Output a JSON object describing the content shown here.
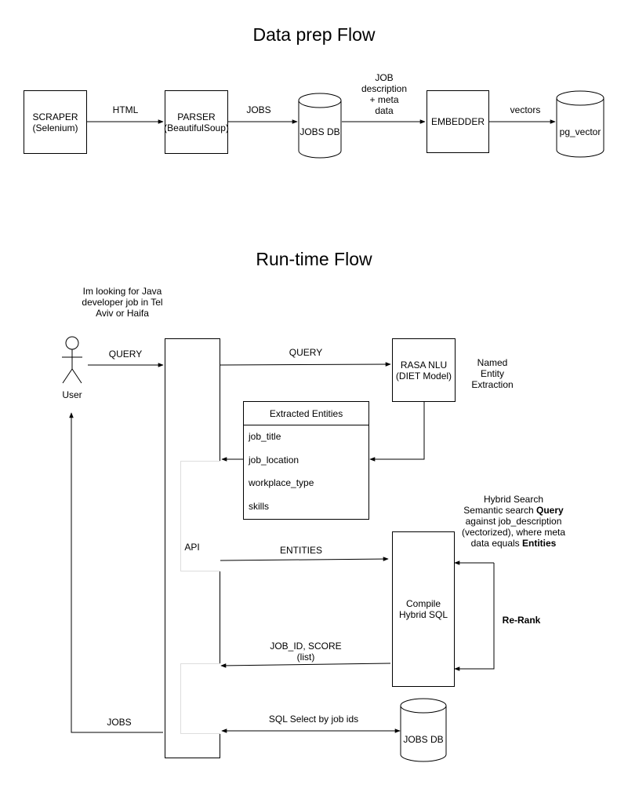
{
  "data_prep": {
    "title": "Data prep Flow",
    "scraper": [
      "SCRAPER",
      "(Selenium)"
    ],
    "html_label": "HTML",
    "parser": [
      "PARSER",
      "(BeautifulSoup)"
    ],
    "jobs_label": "JOBS",
    "jobs_db": "JOBS DB",
    "job_desc_label": [
      "JOB",
      "description",
      "+ meta",
      "data"
    ],
    "embedder": "EMBEDDER",
    "vectors_label": "vectors",
    "pg_vector": "pg_vector"
  },
  "runtime": {
    "title": "Run-time Flow",
    "user_quote": [
      "Im looking for Java",
      "developer job in Tel",
      "Aviv or Haifa"
    ],
    "user": "User",
    "query_label_1": "QUERY",
    "query_label_2": "QUERY",
    "rasa": [
      "RASA NLU",
      "(DIET Model)"
    ],
    "ner_note": [
      "Named",
      "Entity",
      "Extraction"
    ],
    "entities_title": "Extracted Entities",
    "entities": [
      "job_title",
      "job_location",
      "workplace_type",
      "skills"
    ],
    "api": "API",
    "entities_label": "ENTITIES",
    "hybrid_note": {
      "line1": "Hybrid Search",
      "line2_pre": "Semantic search ",
      "line2_bold": "Query",
      "line3": "against job_description",
      "line4": "(vectorized), where meta",
      "line5_pre": "data equals ",
      "line5_bold": "Entities"
    },
    "compile": [
      "Compile",
      "Hybrid SQL"
    ],
    "rerank": "Re-Rank",
    "result_label": [
      "JOB_ID, SCORE",
      "(list)"
    ],
    "jobs_return": "JOBS",
    "sql_select": "SQL Select by job ids",
    "jobs_db": "JOBS DB"
  }
}
